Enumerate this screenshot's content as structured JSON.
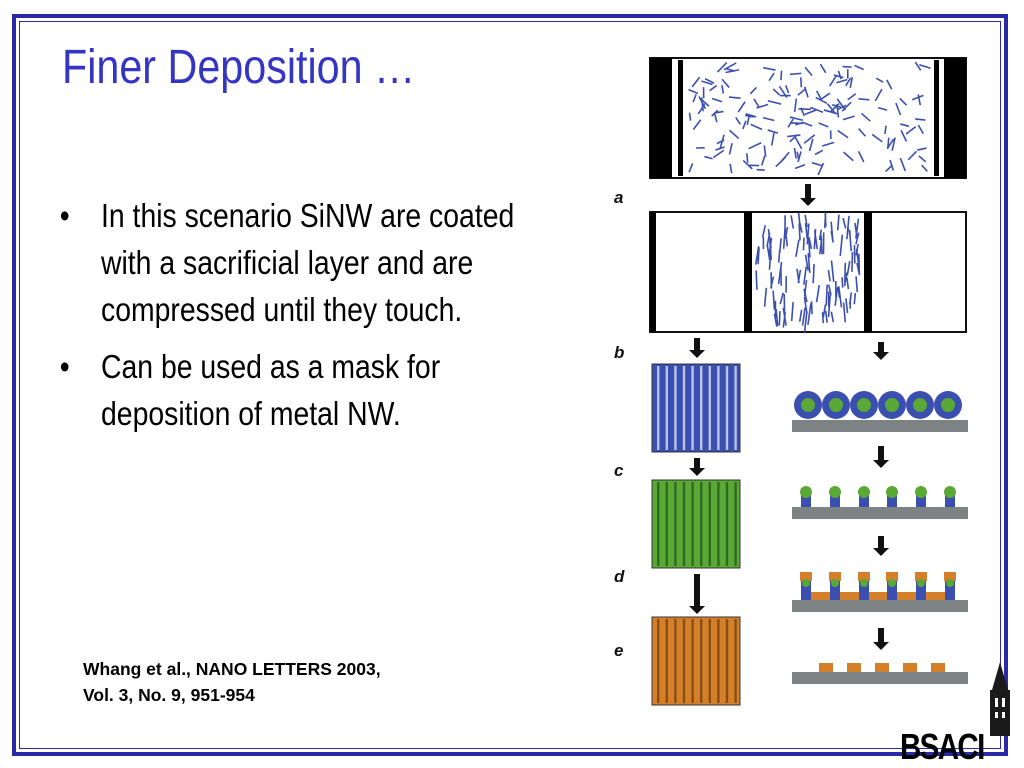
{
  "slide": {
    "title": "Finer Deposition …",
    "bullets": [
      "In this scenario SiNW are coated with a sacrificial layer and are compressed until they touch.",
      "Can be used as a mask for deposition of metal NW."
    ],
    "citation": {
      "line1": "Whang et al., NANO LETTERS 2003,",
      "line2": "Vol. 3, No. 9, 951-954"
    }
  },
  "figure": {
    "step_labels": [
      "a",
      "b",
      "c",
      "d",
      "e"
    ],
    "icons": [
      "down-arrow-icon"
    ]
  },
  "logo": {
    "text": "BSACI",
    "icons": [
      "campanile-tower-icon"
    ]
  },
  "colors": {
    "frame": "#2a2aa8",
    "title": "#3535c4",
    "nanowire_blue": "#3b4fb0",
    "coating_green": "#5aa835",
    "metal_orange": "#d4802a",
    "substrate_gray": "#7d8385"
  }
}
